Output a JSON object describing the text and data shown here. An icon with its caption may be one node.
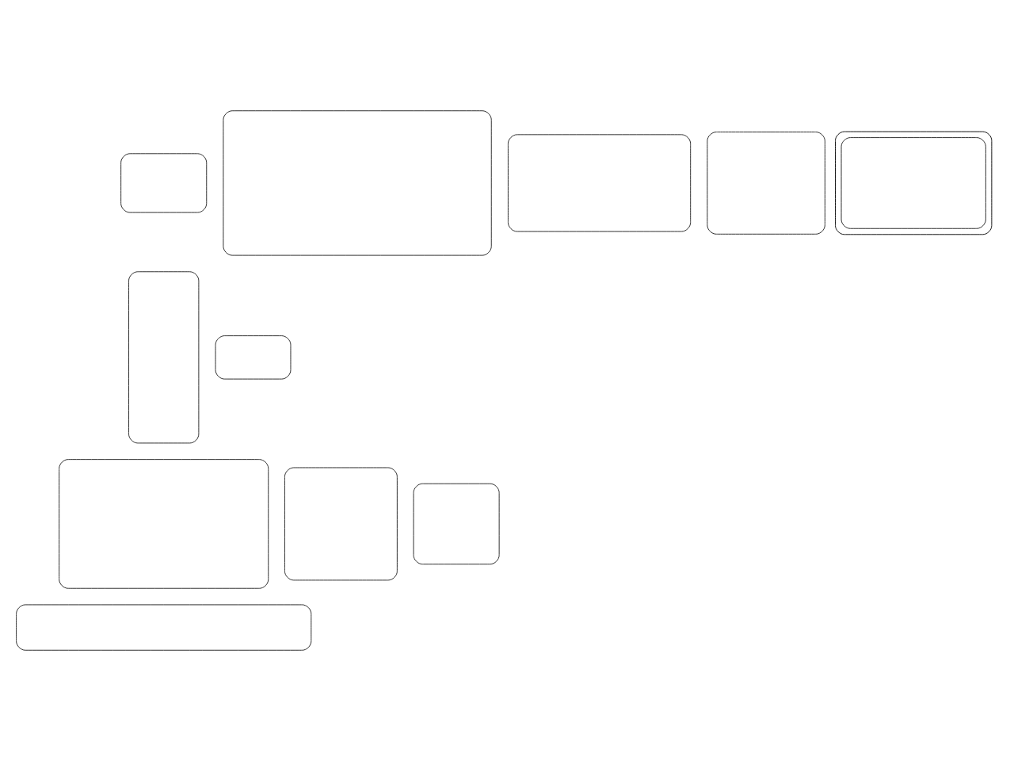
{
  "diagram": {
    "nodes": [
      {
        "text": [],
        "shape": "box"
      },
      {
        "text": [],
        "shape": "box"
      },
      {
        "text": [],
        "shape": "box"
      },
      {
        "text": [],
        "shape": "box"
      },
      {
        "text": [],
        "shape": "box"
      },
      {
        "text": [],
        "shape": "box"
      },
      {
        "text": [],
        "shape": "box"
      },
      {
        "text": [],
        "shape": "box",
        "in": 5
      },
      {
        "text": [],
        "shape": "box"
      },
      {
        "text": [],
        "shape": "box"
      },
      {
        "text": [],
        "shape": "box"
      },
      {
        "text": [],
        "shape": "box"
      }
    ]
  }
}
